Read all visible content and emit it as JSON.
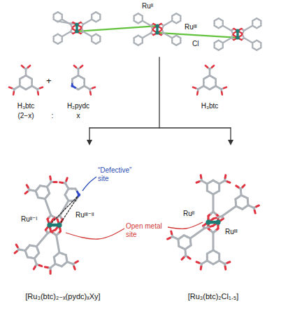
{
  "diagram": {
    "labels": [
      "Ruᴵᴵ",
      "Ruᴵᴵᴵ",
      "Cl",
      "H₃btc",
      "(2−x)",
      "+",
      "H₂pydc",
      ":",
      "x",
      "H₃btc",
      "“Defective” site",
      "Ruᴵᴵᴵ⁻ᴵᴵ",
      "Ruᴵᴵ⁻ᴵ",
      "Open metal site",
      "Ruᴵᴵ",
      "Ruᴵᴵᴵ",
      "[Ru₃(btc)₂₋ₓ(pydc)ₓXy]",
      "[Ru₃(btc)₂Cl₁.₅]"
    ]
  }
}
